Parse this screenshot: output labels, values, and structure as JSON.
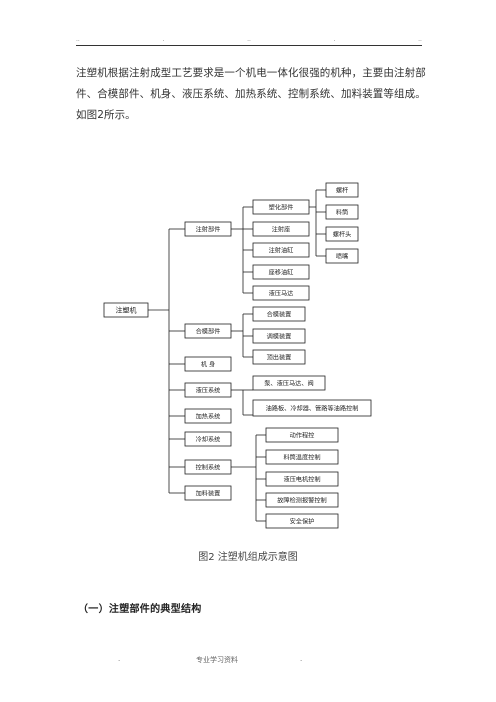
{
  "header": {
    "marks": [
      "..",
      ".",
      "..",
      ".",
      ".."
    ]
  },
  "intro_text": "注塑机根据注射成型工艺要求是一个机电一体化很强的机种，主要由注射部件、合模部件、机身、液压系统、加热系统、控制系统、加料装置等组成。如图2所示。",
  "diagram": {
    "root": "注塑机",
    "level1": [
      "注射部件",
      "合模部件",
      "机 身",
      "液压系统",
      "加热系统",
      "冷却系统",
      "控制系统",
      "加料装置"
    ],
    "injection_parts": [
      "塑化部件",
      "注射座",
      "注射油缸",
      "座移油缸",
      "液压马达"
    ],
    "plasticizing_parts": [
      "螺杆",
      "料筒",
      "螺杆头",
      "喷嘴"
    ],
    "clamping_parts": [
      "合模装置",
      "调模装置",
      "顶出装置"
    ],
    "hydraulic_parts": [
      "泵、液压马达、阀",
      "油路板、冷却器、管路等油路控制"
    ],
    "control_parts": [
      "动作程控",
      "料筒温度控制",
      "液压电机控制",
      "故障检测报警控制",
      "安全保护"
    ]
  },
  "caption": "图2 注塑机组成示意图",
  "section_heading": "（一）注塑部件的典型结构",
  "footer": {
    "left_mark": ".",
    "text": "专业学习资料",
    "right_mark": "."
  },
  "colors": {
    "line": "#222222",
    "text": "#222222"
  }
}
